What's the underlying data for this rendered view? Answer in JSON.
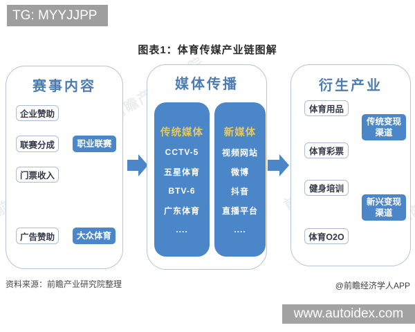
{
  "overlay": {
    "tg_badge": "TG: MYYJJPP",
    "url_bar": "www.autoidex.com"
  },
  "title": "图表1：体育传媒产业链图解",
  "watermark": "前瞻产业研究院",
  "colors": {
    "accent_blue": "#4a86c8",
    "panel_title_blue": "#4d7cb3",
    "header_gold": "#eac75a",
    "panel_border": "#b3c3d9",
    "bar_gray": "#9e9e9e"
  },
  "panels": {
    "events": {
      "title": "赛事内容",
      "sources": [
        "企业赞助",
        "联赛分成",
        "门票收入"
      ],
      "target_pro": "职业联赛",
      "ad_source": "广告赞助",
      "target_mass": "大众体育"
    },
    "media": {
      "title": "媒体传播",
      "columns": [
        {
          "header": "传统媒体",
          "items": [
            "CCTV-5",
            "五星体育",
            "BTV-6",
            "广东体育",
            "...."
          ]
        },
        {
          "header": "新媒体",
          "items": [
            "视频网站",
            "微博",
            "抖音",
            "直播平台",
            "...."
          ]
        }
      ]
    },
    "derived": {
      "title": "衍生产业",
      "groups": [
        {
          "sources": [
            "体育用品",
            "体育彩票"
          ],
          "target": "传统变现渠道"
        },
        {
          "sources": [
            "健身培训",
            "体育O2O"
          ],
          "target": "新兴变现渠道"
        }
      ]
    }
  },
  "footer": {
    "source": "资料来源：前瞻产业研究院整理",
    "credit": "@前瞻经济学人APP"
  }
}
